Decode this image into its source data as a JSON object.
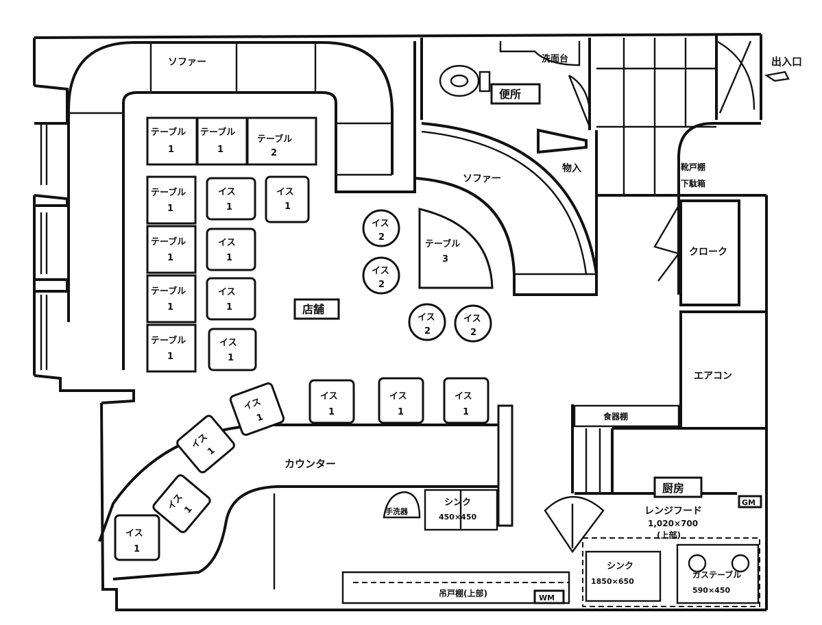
{
  "rooms": {
    "sofa_top": "ソファー",
    "sofa_mid": "ソファー",
    "toilet": "便所",
    "washstand": "洗面台",
    "storage_in": "物入",
    "shoe_cabinet": "下駄箱",
    "shoe_cabinet_top": "靴戸棚",
    "entrance": "出入口",
    "cloak": "クローク",
    "aircon": "エアコン",
    "shop": "店舗",
    "counter": "カウンター",
    "pantry": "食器棚",
    "kitchen": "厨房",
    "range_hood": "レンジフード",
    "range_hood_size": "1,020×700",
    "range_hood_note": "(上部)",
    "gm": "GM",
    "wm": "WM",
    "hand_wash": "手洗器",
    "sink_counter": "シンク",
    "sink_counter_size": "450×450",
    "sink_kitchen": "シンク",
    "sink_kitchen_size": "1850×650",
    "gas_table": "ガステーブル",
    "gas_table_size": "590×450",
    "bottom_cabinet": "吊戸棚(上部)"
  },
  "furniture": {
    "table_1": "テーブル",
    "table_1_no": "1",
    "table_2": "テーブル",
    "table_2_no": "2",
    "table_3": "テーブル",
    "table_3_no": "3",
    "chair": "イス",
    "chair_1": "1",
    "chair_2": "2"
  }
}
